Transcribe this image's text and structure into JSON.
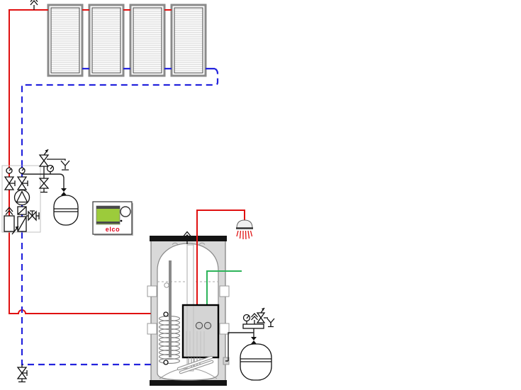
{
  "colors": {
    "red": "#e01010",
    "blue": "#2323dd",
    "green": "#2db45a",
    "insulation": "#d9d9d9",
    "screen": "#9ccb3b",
    "brand": "#e2001a",
    "band": "#141414"
  },
  "controller": {
    "brand_label": "elco"
  },
  "solar_array": {
    "panel_count": 4
  },
  "components": {
    "solar_collectors": "4 flat-plate collectors with air-vent on flow line",
    "solar_flow_pipe": "red solid line",
    "solar_return_pipe": "blue dashed line",
    "pump_station": "thermometers, shutoff valves, circulation pump, check valve, flow meter, fill-drain valve, air separator",
    "safety_group_solar": "safety valve, pressure gauge, discharge funnel, drain valve, expansion vessel",
    "controller_unit": "display controller with green screen and dial",
    "storage_tank": "insulated tank with solar coil, sensor well, riser pipe",
    "boiler_unit": "wall unit with two knobs and immersed heating element",
    "dhw_line": "red hot water pipe to shower",
    "connection_line_green": "green connection pipe",
    "dhw_safety_group": "pressure gauge, air vent, safety valve, funnel, expansion vessel"
  }
}
